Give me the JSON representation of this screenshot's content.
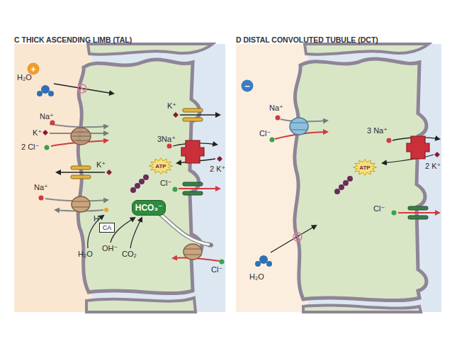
{
  "diagram": {
    "nodes": [
      {
        "text": [
          "C THICK ASCENDING LIMB (TAL)"
        ]
      },
      {
        "text": [
          "+"
        ],
        "in": 0
      },
      {
        "text": [
          "CA"
        ],
        "in": 0
      },
      {
        "text": [
          "HCO₃⁻"
        ],
        "in": 0
      },
      {
        "text": [
          "ATP"
        ],
        "in": 0
      },
      {
        "text": [
          "D DISTAL CONVOLUTED TUBULE (DCT)"
        ]
      },
      {
        "text": [
          "−"
        ],
        "in": 5
      },
      {
        "text": [
          "ATP"
        ],
        "in": 5
      }
    ],
    "labels": [
      "H₂O",
      "Na⁺",
      "K⁺",
      "2 Cl⁻",
      "K⁺",
      "Na⁺",
      "H⁺",
      "H₂O",
      "OH⁻",
      "CO₂",
      "K⁺",
      "3Na⁺",
      "2 K⁺",
      "Cl⁻",
      "Cl⁻",
      "Na⁺",
      "Cl⁻",
      "3 Na⁺",
      "2 K⁺",
      "Cl⁻",
      "H₂O"
    ]
  }
}
